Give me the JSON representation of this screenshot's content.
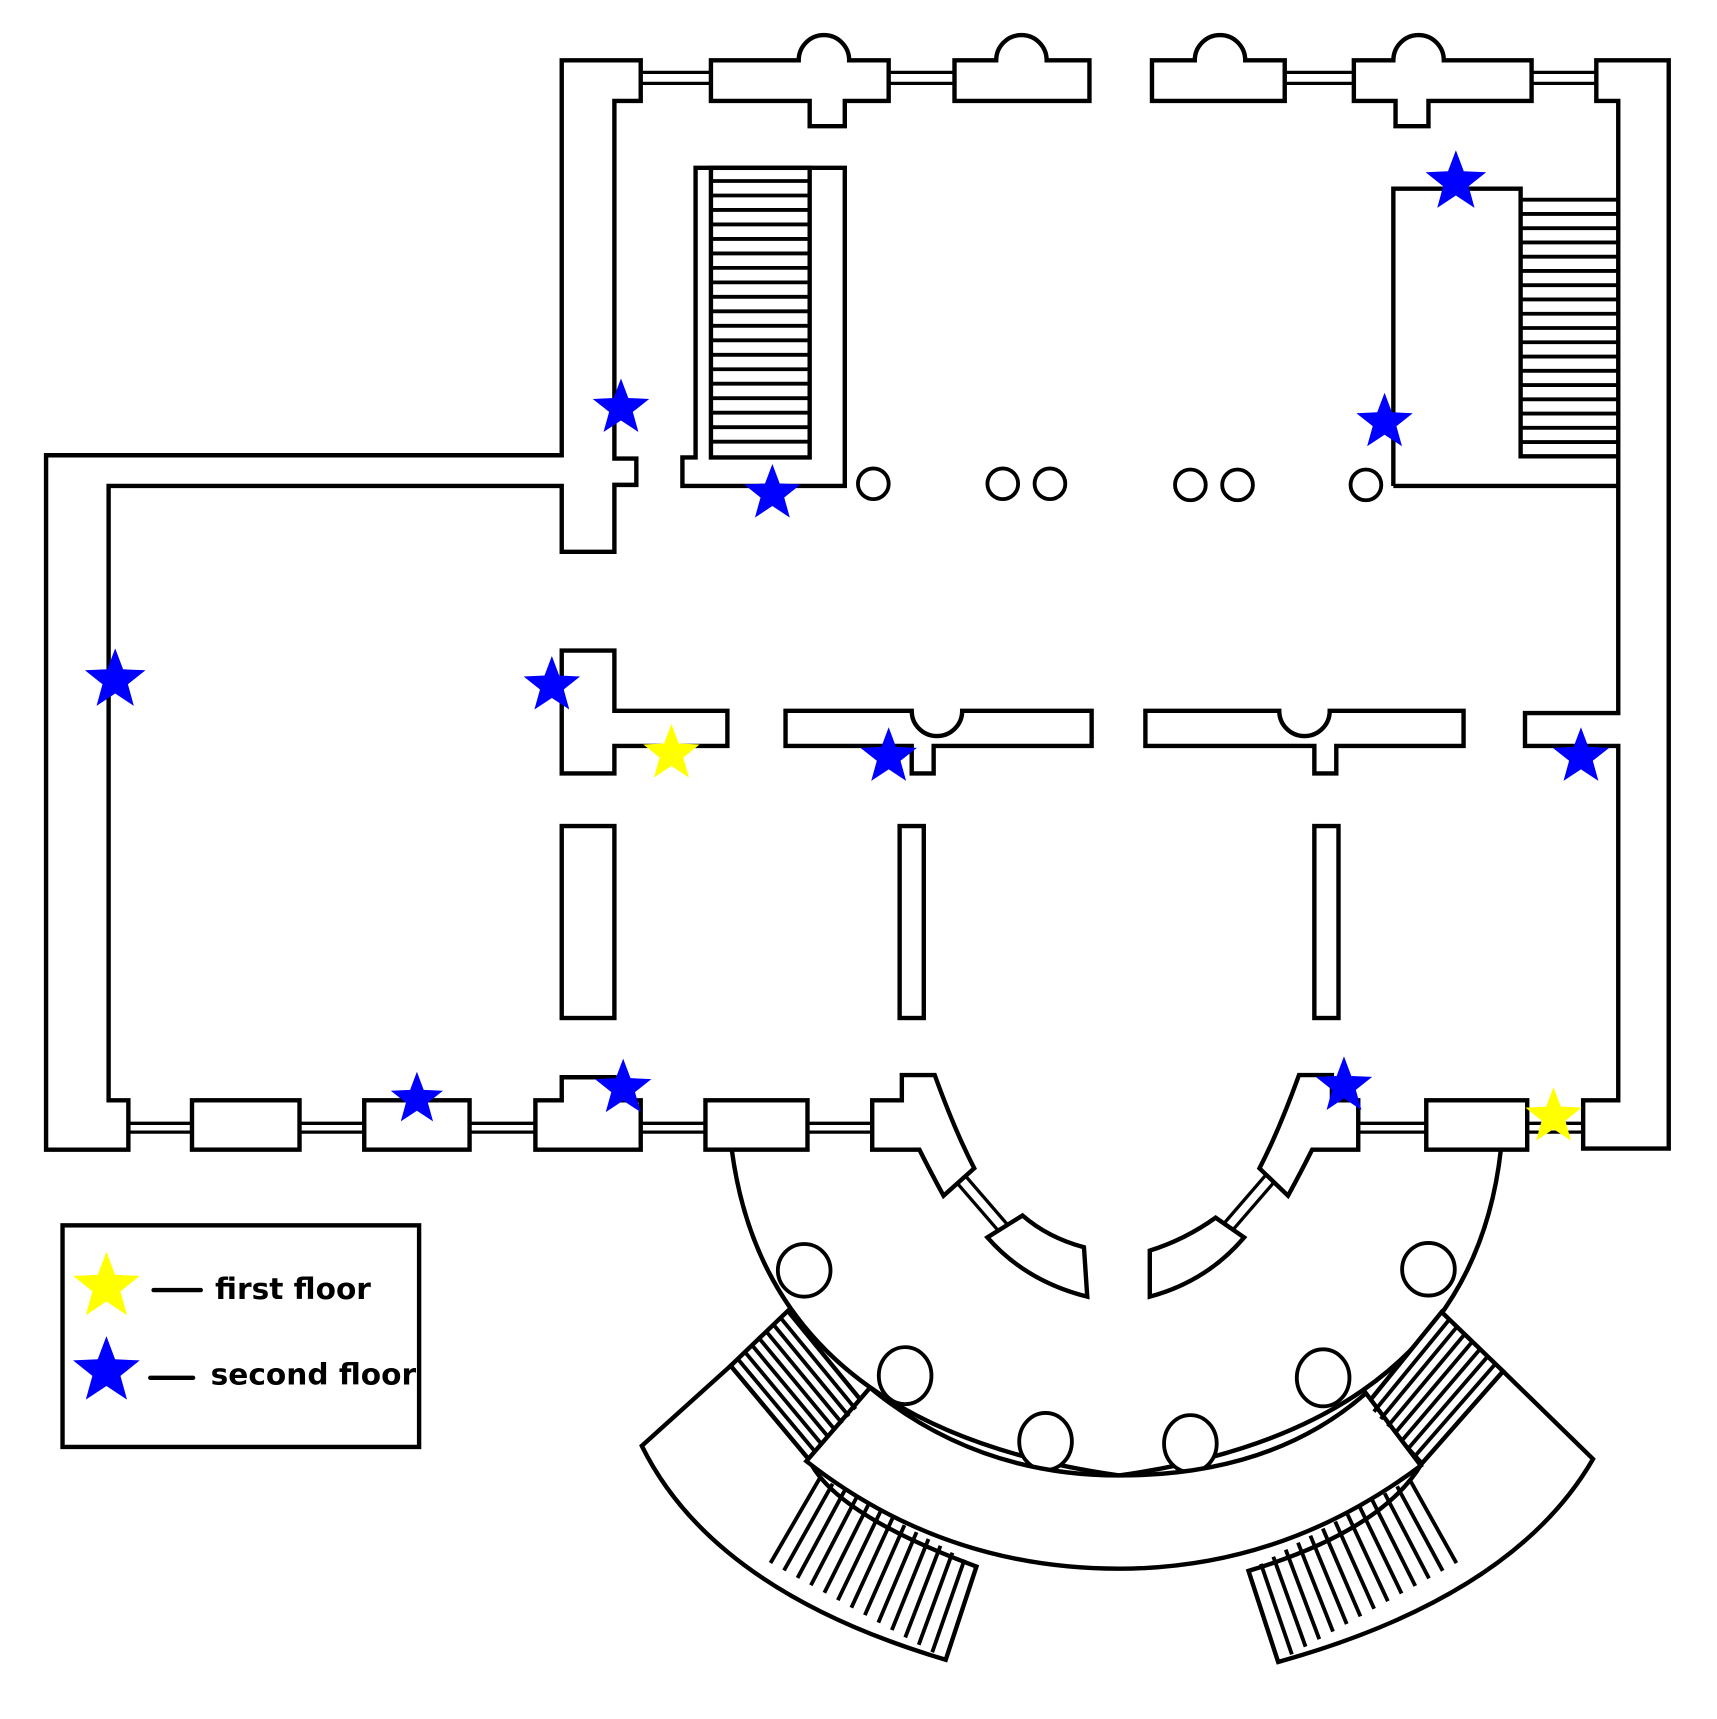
{
  "title": "Building floor plan with marked locations",
  "colors": {
    "walls": "#000000",
    "background": "#ffffff",
    "first_floor_marker": "#ffff00",
    "second_floor_marker": "#0000ff"
  },
  "legend": {
    "items": [
      {
        "id": "first",
        "icon": "star-icon",
        "color": "#ffff00",
        "dash": "—",
        "label": "first floor"
      },
      {
        "id": "second",
        "icon": "star-icon",
        "color": "#0000ff",
        "dash": "—",
        "label": "second floor"
      }
    ]
  },
  "markers": {
    "first_floor": [
      {
        "location": "central-west partition, near corridor opening"
      },
      {
        "location": "south facade, east end window"
      }
    ],
    "second_floor": [
      {
        "location": "north-west wing, inner wall"
      },
      {
        "location": "north-west staircase, landing"
      },
      {
        "location": "north-east staircase, top"
      },
      {
        "location": "north-east staircase, west wall"
      },
      {
        "location": "west wing, west wall"
      },
      {
        "location": "central-west partition, north corner"
      },
      {
        "location": "central partition, niche"
      },
      {
        "location": "east partition, east end"
      },
      {
        "location": "south facade, west pier"
      },
      {
        "location": "south facade, central-west pier"
      },
      {
        "location": "south rotunda, east entrance"
      }
    ]
  }
}
